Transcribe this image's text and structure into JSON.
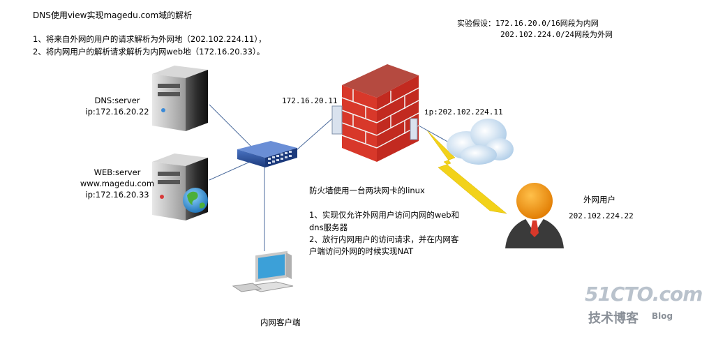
{
  "header": {
    "title": "DNS使用view实现magedu.com域的解析",
    "line1": "1、将来自外网的用户的请求解析为外网地（202.102.224.11），",
    "line2": "2、将内网用户的解析请求解析为内网web地（172.16.20.33）。"
  },
  "assumption": {
    "line1": "实验假设：172.16.20.0/16网段为内网",
    "line2": "202.102.224.0/24网段为外网"
  },
  "dns_server": {
    "name": "DNS:server",
    "ip": "ip:172.16.20.22"
  },
  "web_server": {
    "name": "WEB:server",
    "domain": "www.magedu.com",
    "ip": "ip:172.16.20.33"
  },
  "firewall": {
    "inner_ip": "172.16.20.11",
    "outer_ip": "ip:202.102.224.11",
    "desc": "防火墙使用一台两块网卡的linux",
    "req1a": "1、实现仅允许外网用户访问内网的web和",
    "req1b": "dns服务器",
    "req2a": "2、放行内网用户的访问请求，并在内网客",
    "req2b": "户端访问外网的时候实现NAT"
  },
  "external_user": {
    "label": "外网用户",
    "ip": "202.102.224.22"
  },
  "internal_client": {
    "label": "内网客户端"
  },
  "watermark": {
    "brand": "51CTO.com",
    "sub": "技术博客",
    "blog": "Blog"
  },
  "colors": {
    "link": "#4a6a9c",
    "lightning": "#f2d21a",
    "firewall_brick": "#d8382a",
    "switch": "#2b4f9a"
  }
}
